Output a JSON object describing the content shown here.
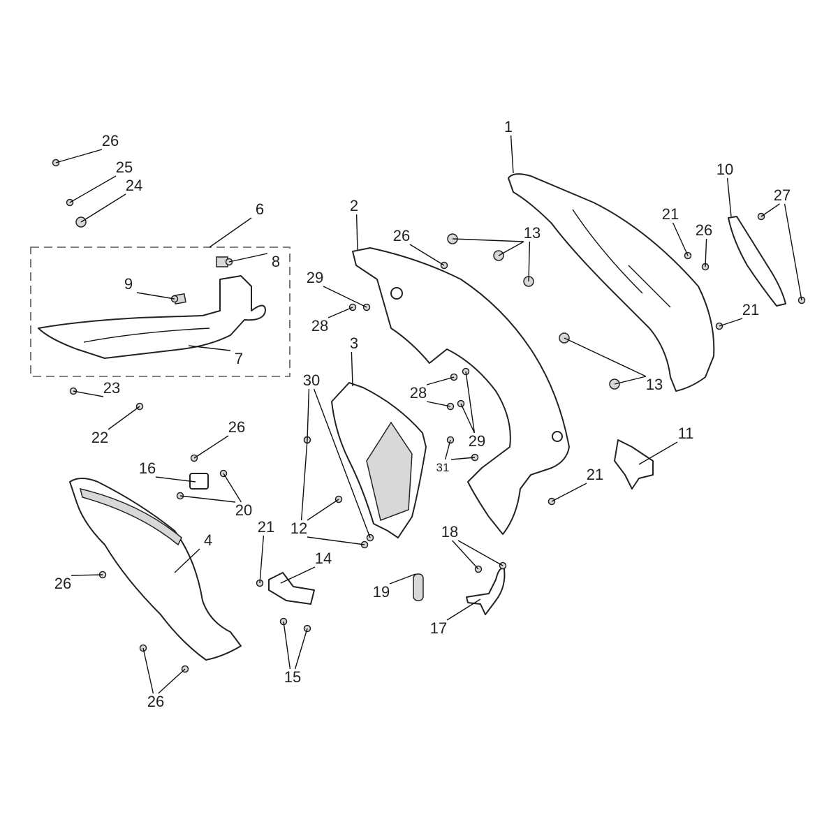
{
  "diagram": {
    "type": "exploded-parts-diagram",
    "callouts": [
      "1",
      "2",
      "26",
      "13",
      "21",
      "26",
      "10",
      "27",
      "21",
      "13",
      "11",
      "21",
      "26",
      "25",
      "24",
      "6",
      "8",
      "9",
      "7",
      "29",
      "28",
      "3",
      "30",
      "28",
      "29",
      "31",
      "23",
      "22",
      "26",
      "16",
      "20",
      "12",
      "21",
      "4",
      "26",
      "14",
      "19",
      "18",
      "17",
      "15",
      "26"
    ]
  },
  "colors": {
    "line": "#222222",
    "background": "#ffffff",
    "shade": "#d8d8d8"
  }
}
